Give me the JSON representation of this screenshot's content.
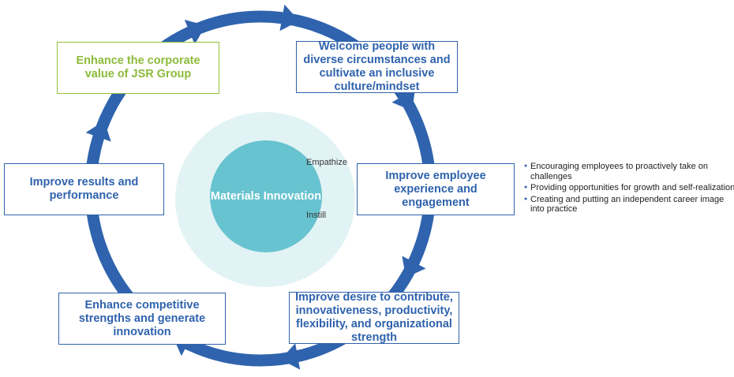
{
  "colors": {
    "arrow": "#2f63ad",
    "box_border": "#2f63ad",
    "highlight_border": "#92c13e",
    "core": "#67c3cf",
    "halo": "#e2f3f5"
  },
  "center": {
    "title": "Materials Innovation",
    "label_top": "Empathize",
    "label_bottom": "Instill"
  },
  "steps": {
    "corporate_value": "Enhance the corporate value of JSR Group",
    "welcome": "Welcome people with diverse circumstances and cultivate an inclusive culture/mindset",
    "employee_experience": "Improve employee experience and engagement",
    "desire": "Improve desire to contribute, innovativeness, productivity, flexibility, and organizational strength",
    "competitive": "Enhance competitive strengths and generate innovation",
    "results": "Improve results and performance"
  },
  "bullets": [
    "Encouraging employees to proactively take on challenges",
    "Providing opportunities for growth and self-realization",
    "Creating and putting an independent career image into practice"
  ]
}
